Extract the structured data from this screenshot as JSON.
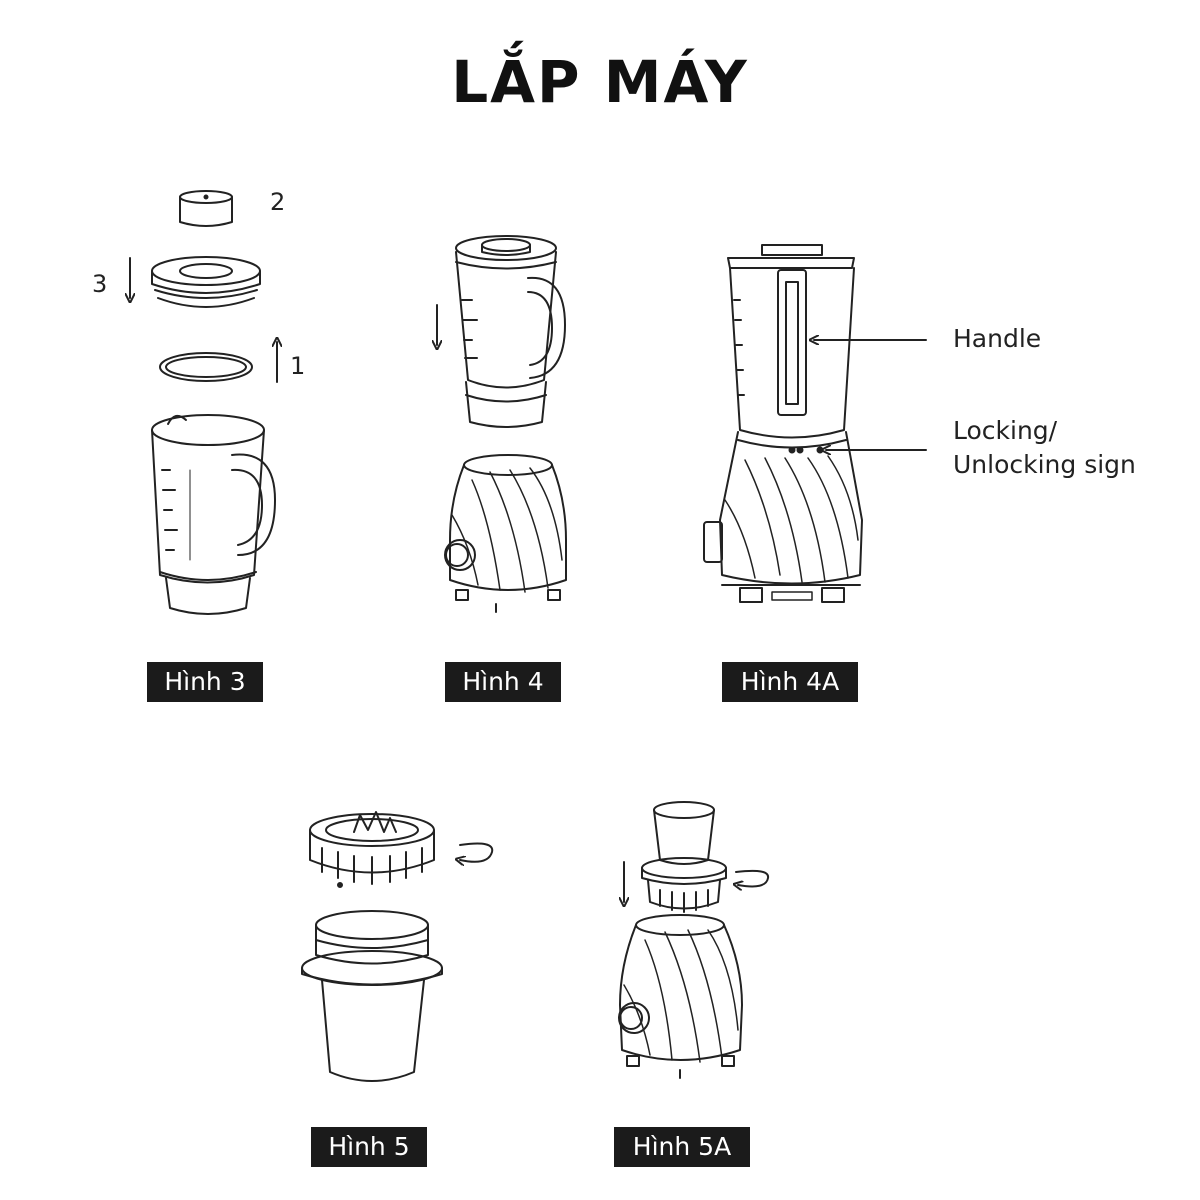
{
  "title": "LẮP MÁY",
  "figures": {
    "fig3": {
      "label": "Hình 3",
      "step_numbers": [
        "2",
        "3",
        "1"
      ]
    },
    "fig4": {
      "label": "Hình 4"
    },
    "fig4a": {
      "label": "Hình 4A",
      "callouts": {
        "handle": "Handle",
        "locking_line1": "Locking/",
        "locking_line2": "Unlocking sign"
      }
    },
    "fig5": {
      "label": "Hình 5"
    },
    "fig5a": {
      "label": "Hình 5A"
    }
  },
  "colors": {
    "line": "#222222",
    "label_bg": "#1b1b1b",
    "label_text": "#ffffff"
  }
}
